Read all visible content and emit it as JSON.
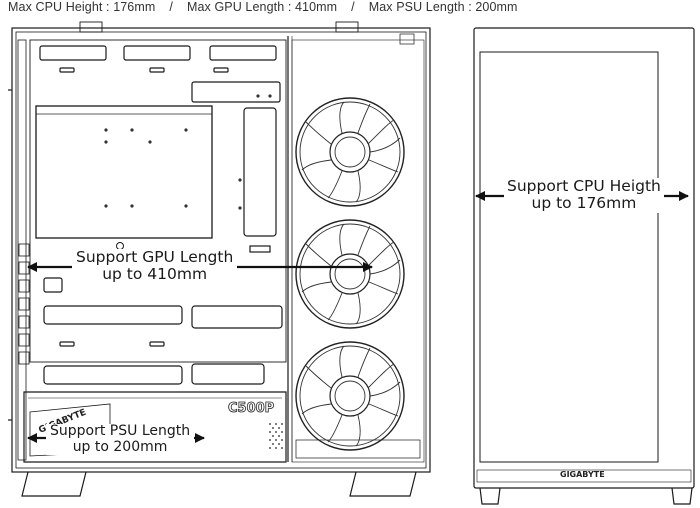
{
  "header": {
    "cpu": "Max CPU Height : 176mm",
    "separator": "/",
    "gpu": "Max GPU Length : 410mm",
    "psu": "Max PSU Length : 200mm"
  },
  "callouts": {
    "gpu_line1": "Support GPU Length",
    "gpu_line2": "up to 410mm",
    "psu_line1": "Support PSU Length",
    "psu_line2": "up to 200mm",
    "cpu_line1": "Support CPU Heigth",
    "cpu_line2": "up to 176mm"
  },
  "branding": {
    "shroud_text": "GIGABYTE",
    "model_text": "C500P",
    "front_logo": "GIGABYTE"
  },
  "colors": {
    "line": "#1a1a1a",
    "text": "#333333"
  }
}
